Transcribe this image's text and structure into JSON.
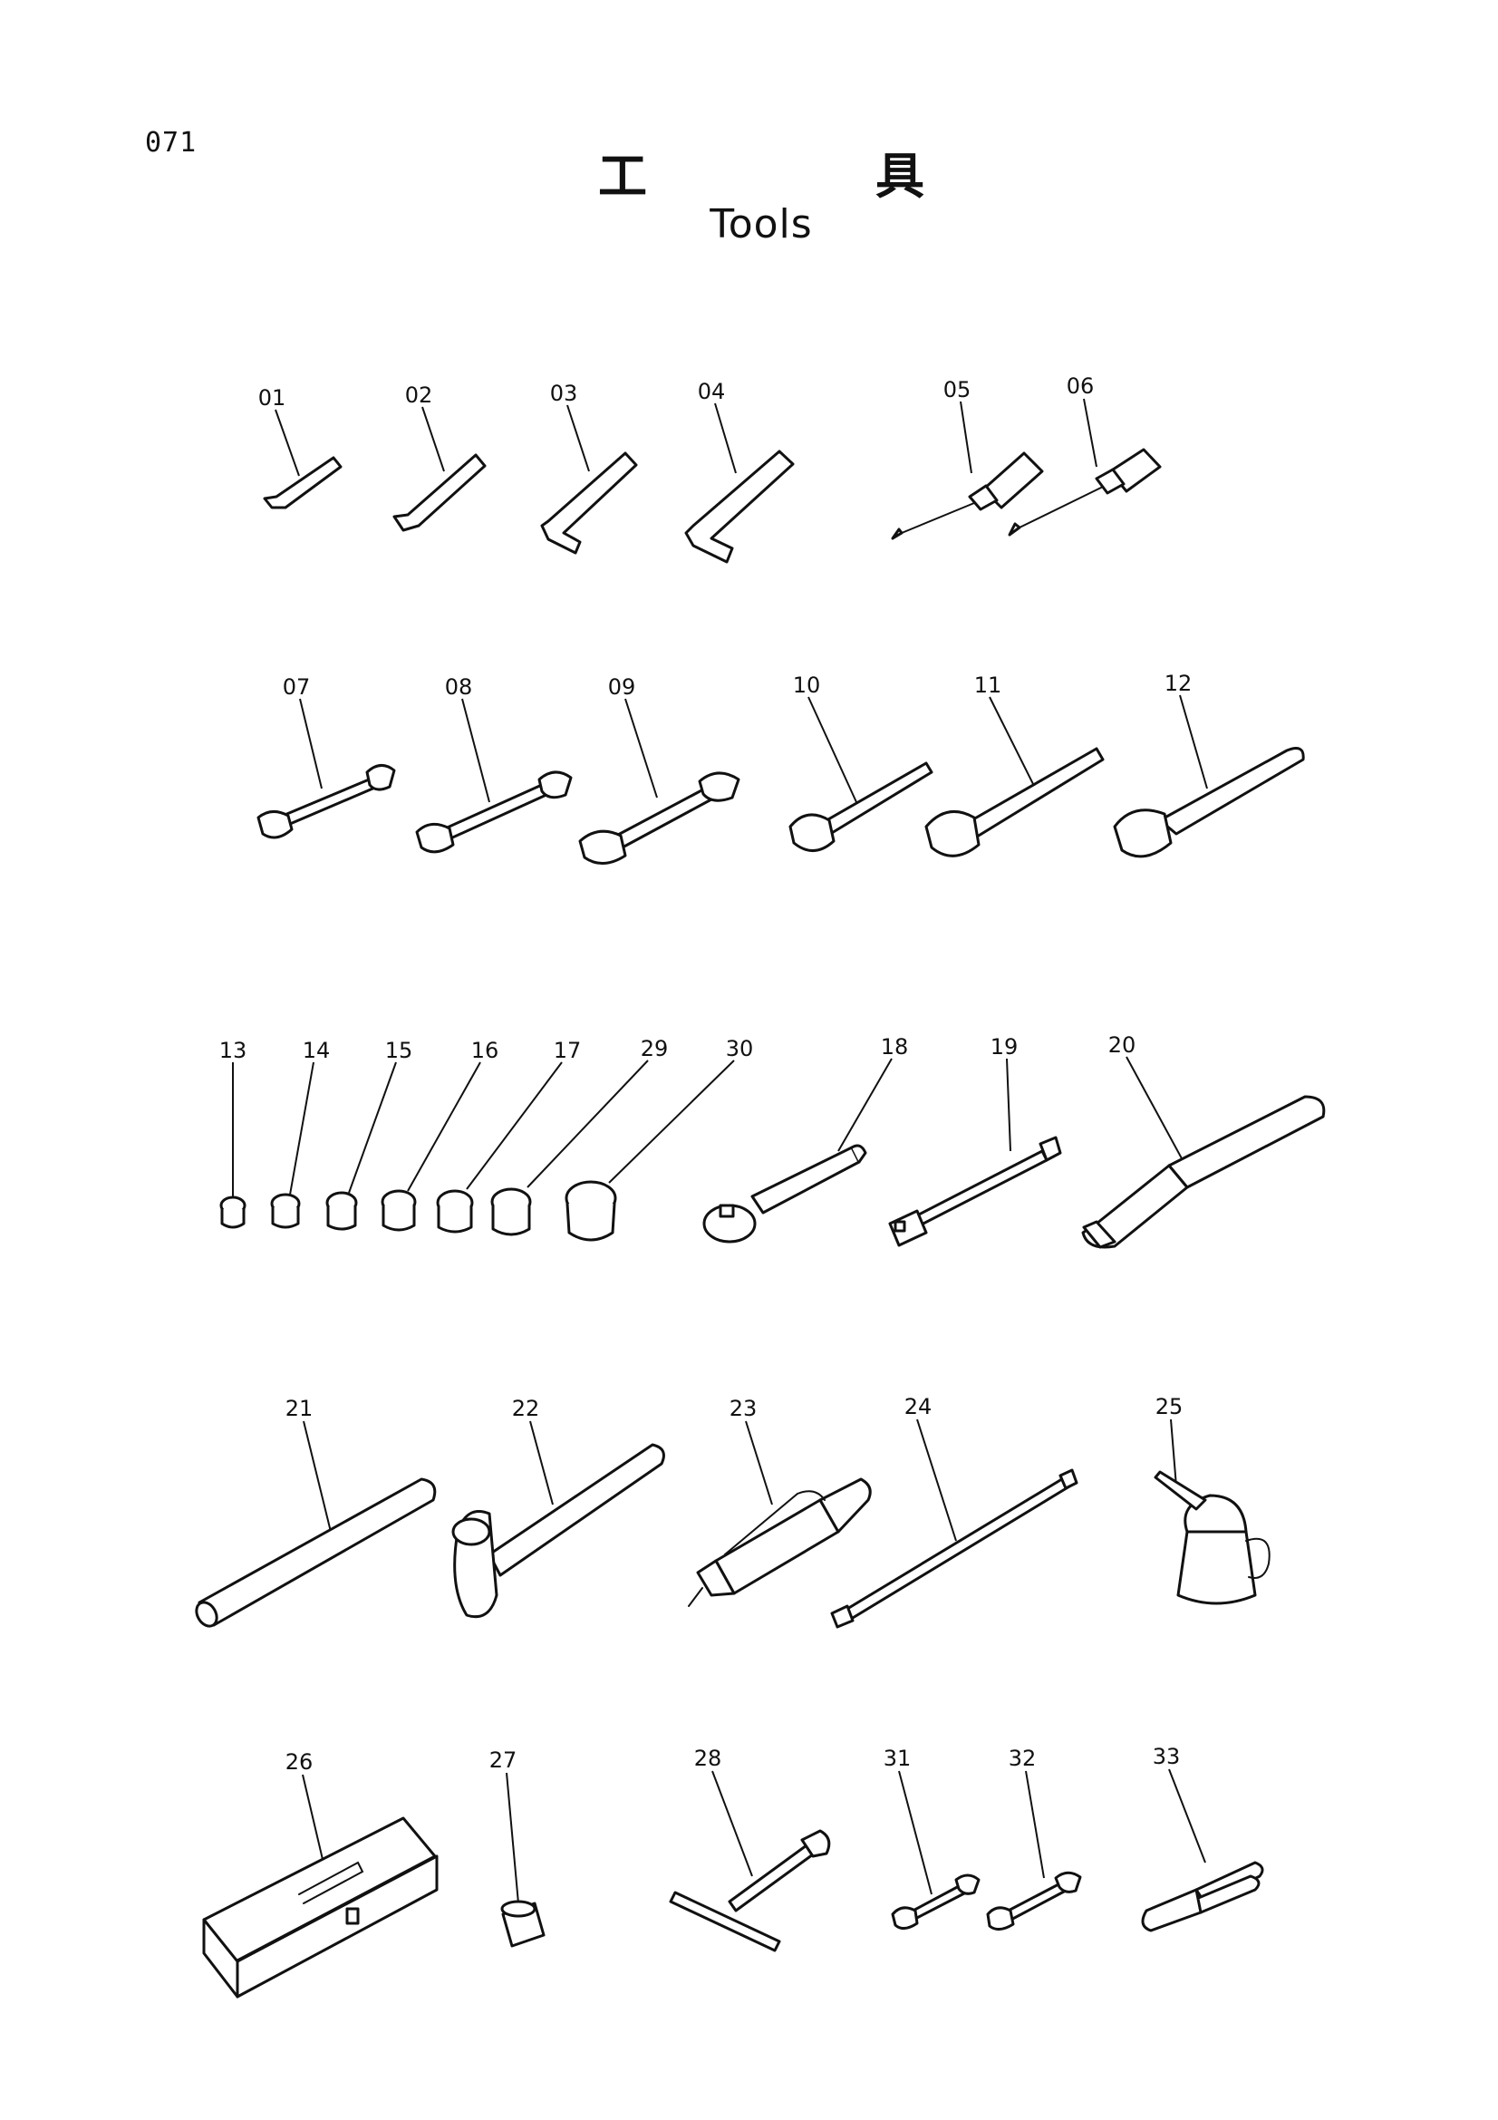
{
  "page_number": "071",
  "title_jp_chars": [
    "工",
    "具"
  ],
  "title_en": "Tools",
  "labels": {
    "p01": "01",
    "p02": "02",
    "p03": "03",
    "p04": "04",
    "p05": "05",
    "p06": "06",
    "p07": "07",
    "p08": "08",
    "p09": "09",
    "p10": "10",
    "p11": "11",
    "p12": "12",
    "p13": "13",
    "p14": "14",
    "p15": "15",
    "p16": "16",
    "p17": "17",
    "p29": "29",
    "p30": "30",
    "p18": "18",
    "p19": "19",
    "p20": "20",
    "p21": "21",
    "p22": "22",
    "p23": "23",
    "p24": "24",
    "p25": "25",
    "p26": "26",
    "p27": "27",
    "p28": "28",
    "p31": "31",
    "p32": "32",
    "p33": "33"
  }
}
